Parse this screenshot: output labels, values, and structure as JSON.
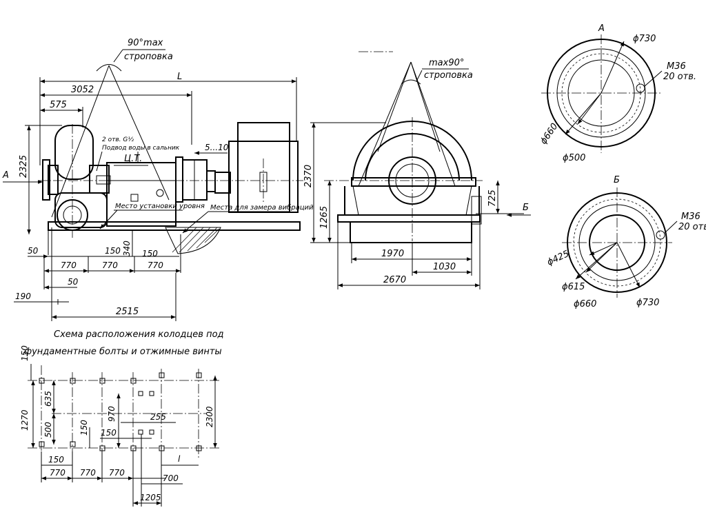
{
  "side_view": {
    "angle_label": "90°max",
    "sling_label": "строповка",
    "overall_length": "L",
    "dim_3052": "3052",
    "dim_575": "575",
    "dim_2325": "2325",
    "view_a": "A",
    "note_holes": "2 отв. G½",
    "note_water": "Подвод воды в сальник",
    "ct_label": "Ц.Т.",
    "gap": "5...10",
    "level_place": "Место установки уровня",
    "vibration_place": "Места для замера вибраций",
    "dim_50a": "50",
    "dim_150a": "150",
    "dim_340": "340",
    "dim_150b": "150",
    "dim_770a": "770",
    "dim_770b": "770",
    "dim_770c": "770",
    "dim_50b": "50",
    "dim_190": "190",
    "dim_2515": "2515"
  },
  "front_view": {
    "angle_label": "max90°",
    "sling_label": "строповка",
    "dim_2370": "2370",
    "dim_1265": "1265",
    "dim_725": "725",
    "view_b": "Б",
    "dim_1970": "1970",
    "dim_1030": "1030",
    "dim_2670": "2670"
  },
  "flange_a": {
    "title": "А",
    "d_outer": "ϕ730",
    "thread": "М36",
    "holes": "20 отв.",
    "d_bolt": "ϕ660",
    "d_inner": "ϕ500"
  },
  "flange_b": {
    "title": "Б",
    "thread": "М36",
    "holes": "20 отв.",
    "d_inner": "ϕ425",
    "d_mid": "ϕ615",
    "d_bolt": "ϕ660",
    "d_outer": "ϕ730"
  },
  "foundation": {
    "title_line1": "Схема расположения колодцев под",
    "title_line2": "фундаментные болты и отжимные винты",
    "dim_150v": "150",
    "dim_635": "635",
    "dim_1270": "1270",
    "dim_500": "500",
    "dim_970": "970",
    "dim_255": "255",
    "dim_150m": "150",
    "dim_150s": "150",
    "dim_2300": "2300",
    "dim_150h": "150",
    "dim_770a": "770",
    "dim_770b": "770",
    "dim_770c": "770",
    "dim_l": "l",
    "dim_700": "700",
    "dim_1205": "1205"
  }
}
